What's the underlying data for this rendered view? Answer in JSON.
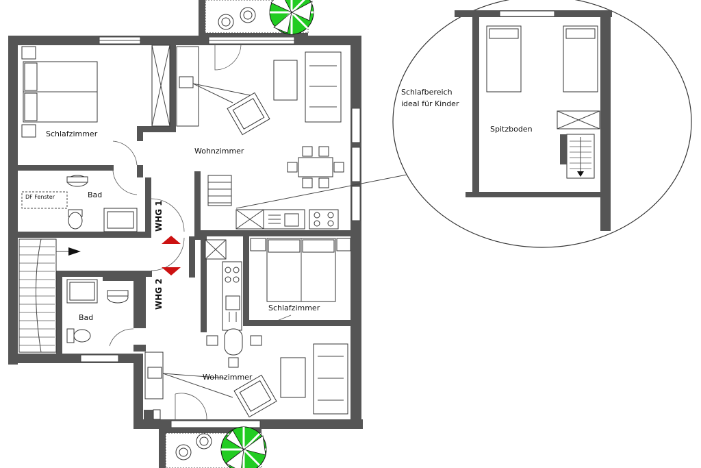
{
  "labels": {
    "schlafzimmer_top": "Schlafzimmer",
    "wohnzimmer_top": "Wohnzimmer",
    "bad_top": "Bad",
    "df_fenster": "DF Fenster",
    "whg1": "WHG 1",
    "whg2": "WHG 2",
    "schlafzimmer_bottom": "Schlafzimmer",
    "bad_bottom": "Bad",
    "wohnzimmer_bottom": "Wohnzimmer",
    "schlafbereich_line1": "Schlafbereich",
    "schlafbereich_line2": "ideal für Kinder",
    "spitzboden": "Spitzboden"
  },
  "colors": {
    "wall": "#555555",
    "arrow": "#cc1111",
    "umbrella": "#22cc22"
  }
}
